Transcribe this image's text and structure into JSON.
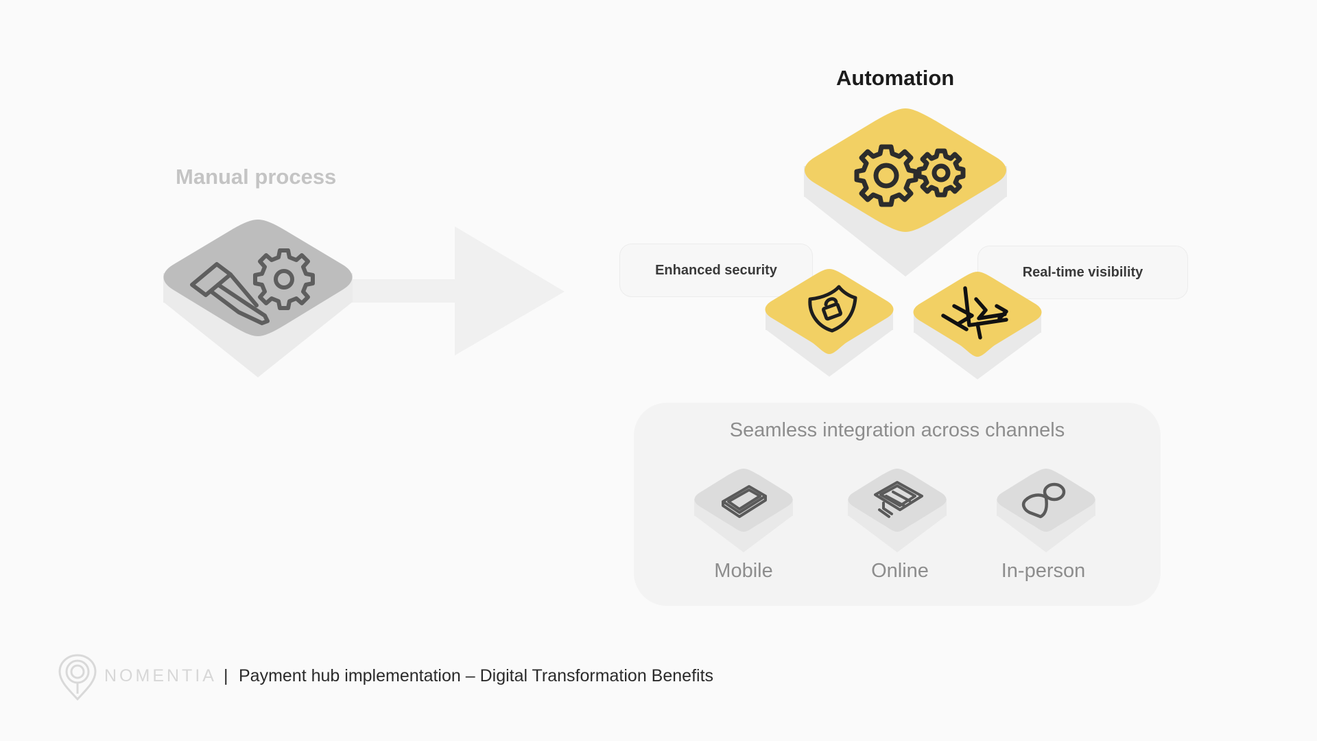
{
  "manual": {
    "title": "Manual process",
    "icon": "wrench-gear-icon"
  },
  "automation": {
    "title": "Automation",
    "icon": "gears-icon",
    "features": [
      {
        "label": "Enhanced security",
        "icon": "shield-lock-icon"
      },
      {
        "label": "Real-time visibility",
        "icon": "chart-trend-icon"
      }
    ]
  },
  "channels": {
    "title": "Seamless integration across channels",
    "items": [
      {
        "label": "Mobile",
        "icon": "mobile-phone-icon"
      },
      {
        "label": "Online",
        "icon": "computer-icon"
      },
      {
        "label": "In-person",
        "icon": "person-icon"
      }
    ]
  },
  "footer": {
    "brand": "NOMENTIA",
    "separator": "|",
    "text": "Payment hub implementation – Digital Transformation Benefits"
  },
  "colors": {
    "accent_yellow": "#f2d064",
    "manual_grey": "#bdbdbd",
    "background": "#fafafa"
  }
}
